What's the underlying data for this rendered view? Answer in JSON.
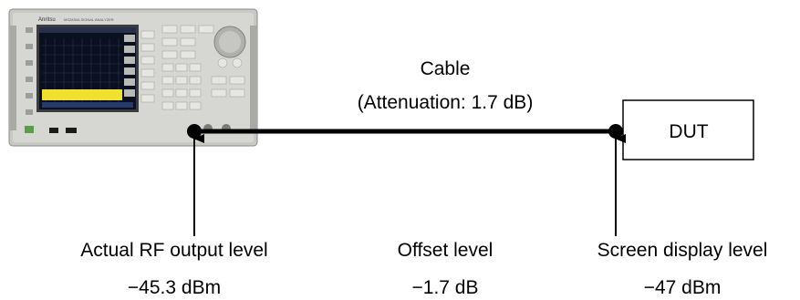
{
  "cable": {
    "title": "Cable",
    "attenuation": "(Attenuation: 1.7 dB)"
  },
  "dut": {
    "label": "DUT"
  },
  "instrument": {
    "brand_text": "Anritsu",
    "model_text": "MS2830A SIGNAL ANALYZER"
  },
  "measurements": [
    {
      "label": "Actual RF output level",
      "value": "−45.3 dBm"
    },
    {
      "label": "Offset level",
      "value": "−1.7 dB"
    },
    {
      "label": "Screen display level",
      "value": "−47 dBm"
    }
  ],
  "colors": {
    "line": "#000000",
    "instrument_body": "#c8c9c4",
    "screen_bg": "#0a1020",
    "trace": "#f0e030",
    "connector": "#000000"
  }
}
